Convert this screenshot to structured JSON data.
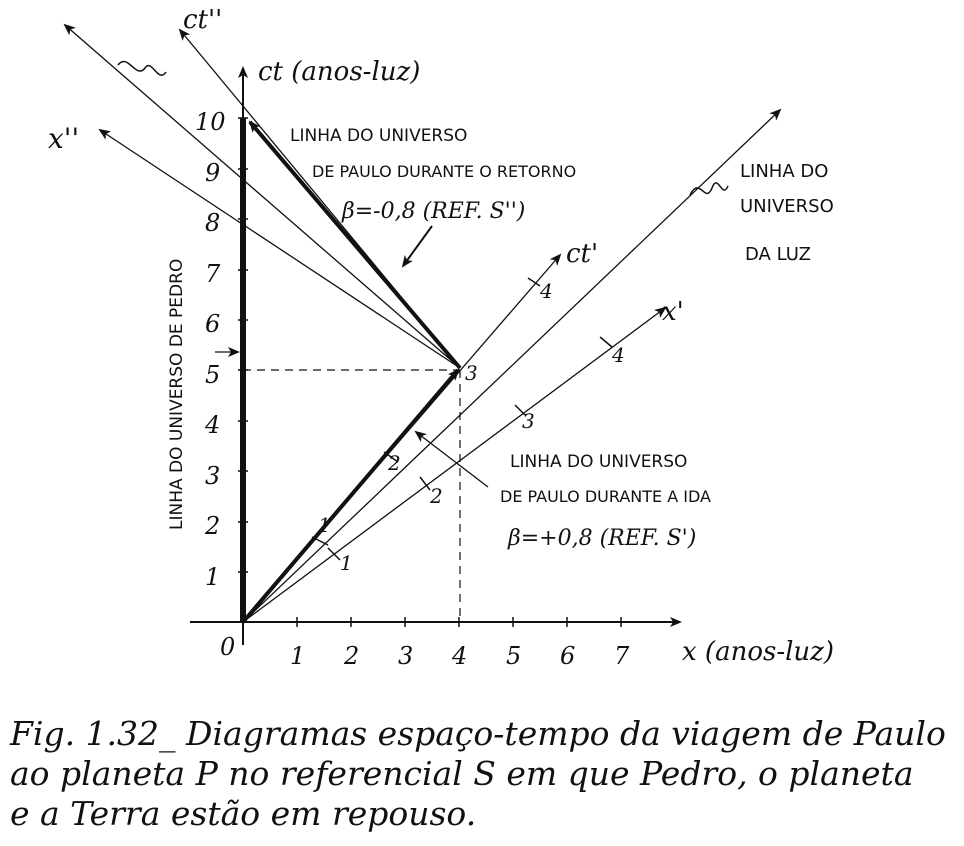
{
  "axes": {
    "ct_label": "ct (anos-luz)",
    "x_label": "x (anos-luz)",
    "ct_prime_label": "ct'",
    "x_prime_label": "x'",
    "ct_dprime_label": "ct''",
    "x_dprime_label": "x''",
    "origin_label": "0",
    "ct_ticks": [
      "1",
      "2",
      "3",
      "4",
      "5",
      "6",
      "7",
      "8",
      "9",
      "10"
    ],
    "x_ticks": [
      "1",
      "2",
      "3",
      "4",
      "5",
      "6",
      "7"
    ],
    "primed_ticks_ct": [
      "1",
      "2",
      "3",
      "4"
    ],
    "primed_ticks_x": [
      "1",
      "2",
      "3",
      "4"
    ]
  },
  "labels": {
    "pedro_worldline": "LINHA DO UNIVERSO DE PEDRO",
    "return_line1": "LINHA DO UNIVERSO",
    "return_line2": "DE PAULO DURANTE O RETORNO",
    "return_beta": "β=-0,8 (REF. S'')",
    "light_line1": "LINHA DO",
    "light_line2": "UNIVERSO",
    "light_line3": "DA LUZ",
    "outbound_line1": "LINHA DO UNIVERSO",
    "outbound_line2": "DE PAULO DURANTE A IDA",
    "outbound_beta": "β=+0,8 (REF. S')"
  },
  "caption": {
    "line1": "Fig. 1.32_ Diagramas espaço-tempo da viagem de Paulo",
    "line2": "ao planeta P no referencial S em que Pedro, o planeta",
    "line3": "e a Terra estão em repouso."
  }
}
